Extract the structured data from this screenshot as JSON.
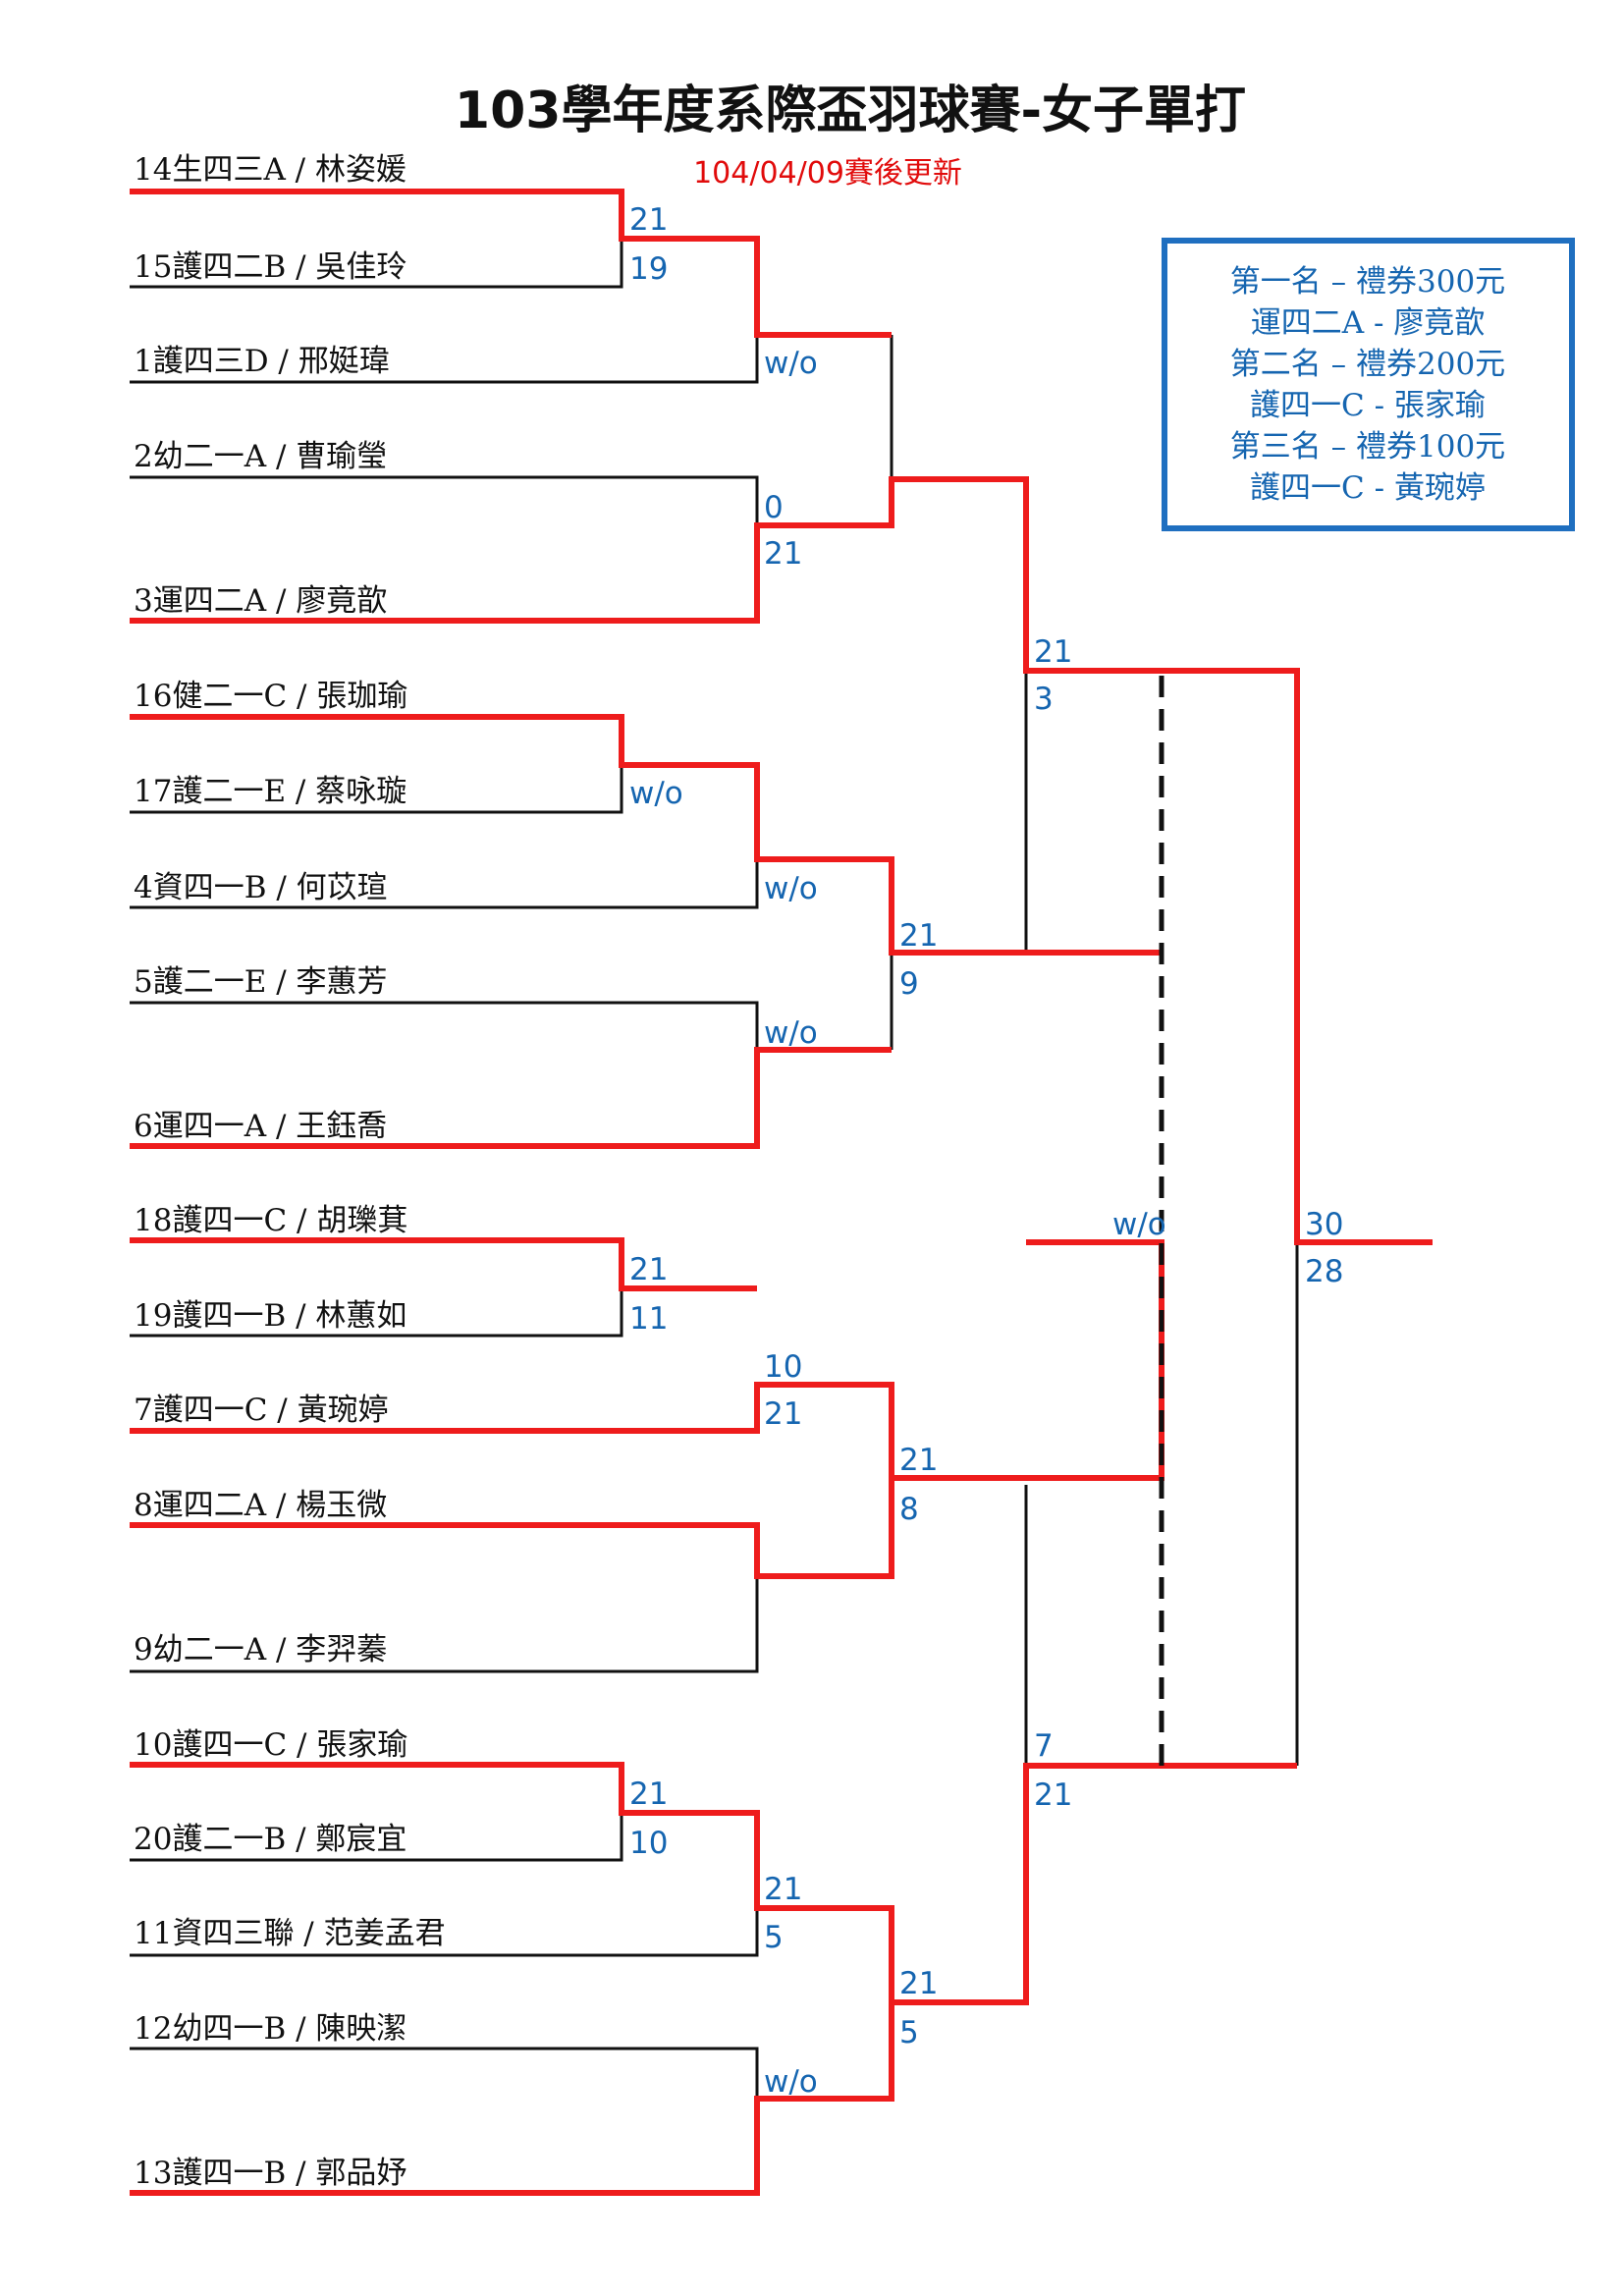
{
  "title": "103學年度系際盃羽球賽-女子單打",
  "updated": "104/04/09賽後更新",
  "colors": {
    "winner_line": "#ee1c1c",
    "loser_line": "#111111",
    "score_text": "#1565b0",
    "prize_border": "#1f6fc0",
    "subtitle": "#e10b0b"
  },
  "prizes": [
    "第一名 – 禮券300元",
    "運四二A - 廖竟歆",
    "第二名 – 禮券200元",
    "護四一C - 張家瑜",
    "第三名 – 禮券100元",
    "護四一C - 黃琬婷"
  ],
  "players": [
    "14生四三A / 林姿媛",
    "15護四二B / 吳佳玲",
    "1護四三D / 邢娗瑋",
    "2幼二一A / 曹瑜瑩",
    "3運四二A / 廖竟歆",
    "16健二一C / 張珈瑜",
    "17護二一E / 蔡咏璇",
    "4資四一B / 何苡瑄",
    "5護二一E / 李蕙芳",
    "6運四一A / 王鈺喬",
    "18護四一C / 胡瓅萁",
    "19護四一B / 林蕙如",
    "7護四一C / 黃琬婷",
    "8運四二A / 楊玉微",
    "9幼二一A / 李羿蓁",
    "10護四一C / 張家瑜",
    "20護二一B / 鄭宸宜",
    "11資四三聯 / 范姜孟君",
    "12幼四一B / 陳映潔",
    "13護四一B / 郭品妤"
  ],
  "scores": [
    "21",
    "19",
    "w/o",
    "0",
    "21",
    "w/o",
    "w/o",
    "w/o",
    "21",
    "9",
    "21",
    "11",
    "10",
    "21",
    "21",
    "8",
    "21",
    "10",
    "21",
    "5",
    "w/o",
    "21",
    "5",
    "21",
    "3",
    "7",
    "21",
    "w/o",
    "30",
    "28"
  ]
}
